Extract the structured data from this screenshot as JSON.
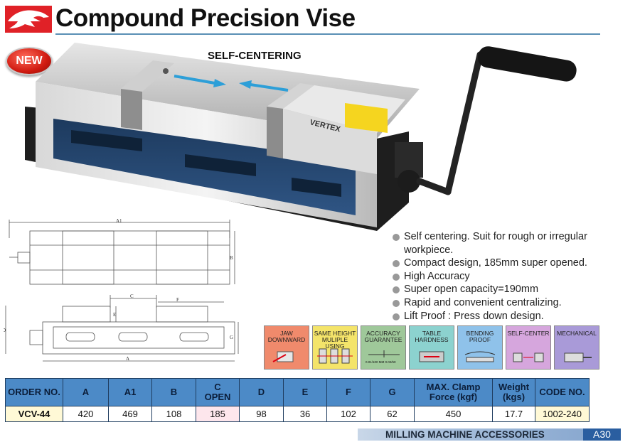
{
  "header": {
    "title": "Compound Precision Vise",
    "badge": "NEW",
    "subtitle": "SELF-CENTERING",
    "brand_color": "#e02127",
    "rule_color": "#5a8fb5"
  },
  "product_image": {
    "brand_plate": "VERTEX"
  },
  "drawing": {
    "labels": {
      "a1": "A1",
      "b": "B",
      "c": "C",
      "f": "F",
      "e": "E",
      "d": "D",
      "g": "G",
      "a": "A"
    }
  },
  "features": [
    "Self centering. Suit for rough or irregular workpiece.",
    "Compact design, 185mm super opened.",
    "High Accuracy",
    "Super open capacity=190mm",
    "Rapid and convenient centralizing.",
    "Lift Proof : Press down design."
  ],
  "feature_icons": [
    {
      "label": "JAW DOWNWARD",
      "color": "#f08a6c",
      "icon": "jaw-downward-icon"
    },
    {
      "label": "SAME HEIGHT MULIPLE USING",
      "color": "#f4e46a",
      "icon": "same-height-icon"
    },
    {
      "label": "ACCURACY GUARANTEE",
      "color": "#9fc89a",
      "icon": "accuracy-icon",
      "note": "0.01/100 MM  0.02/50"
    },
    {
      "label": "TABLE HARDNESS",
      "color": "#8cd2cf",
      "icon": "table-hardness-icon"
    },
    {
      "label": "BENDING PROOF",
      "color": "#8fc2ea",
      "icon": "bending-proof-icon"
    },
    {
      "label": "SELF-CENTER",
      "color": "#d6a6dd",
      "icon": "self-center-icon"
    },
    {
      "label": "MECHANICAL",
      "color": "#a99ad8",
      "icon": "mechanical-icon"
    }
  ],
  "table": {
    "headers": [
      "ORDER NO.",
      "A",
      "A1",
      "B",
      "C OPEN",
      "D",
      "E",
      "F",
      "G",
      "MAX. Clamp Force (kgf)",
      "Weight (kgs)",
      "CODE NO."
    ],
    "rows": [
      [
        "VCV-44",
        "420",
        "469",
        "108",
        "185",
        "98",
        "36",
        "102",
        "62",
        "450",
        "17.7",
        "1002-240"
      ]
    ]
  },
  "footer": {
    "section": "MILLING MACHINE ACCESSORIES",
    "page": "A30"
  }
}
